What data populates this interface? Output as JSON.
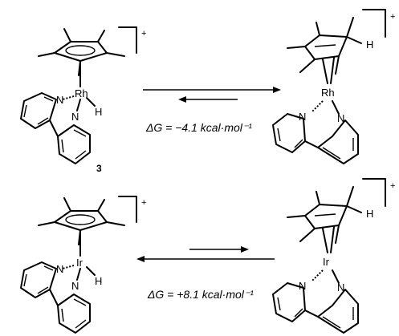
{
  "top_reaction": {
    "left": {
      "metal": "Rh",
      "hydride": "H",
      "n1": "N",
      "n2": "N",
      "charge": "+",
      "compound_label": "3"
    },
    "right": {
      "metal": "Rh",
      "hydride": "H",
      "n1": "N",
      "n2": "N",
      "charge": "+"
    },
    "energy": "ΔG = −4.1 kcal·mol⁻¹"
  },
  "bottom_reaction": {
    "left": {
      "metal": "Ir",
      "hydride": "H",
      "n1": "N",
      "n2": "N",
      "charge": "+"
    },
    "right": {
      "metal": "Ir",
      "hydride": "H",
      "n1": "N",
      "n2": "N",
      "charge": "+"
    },
    "energy": "ΔG = +8.1 kcal·mol⁻¹"
  }
}
